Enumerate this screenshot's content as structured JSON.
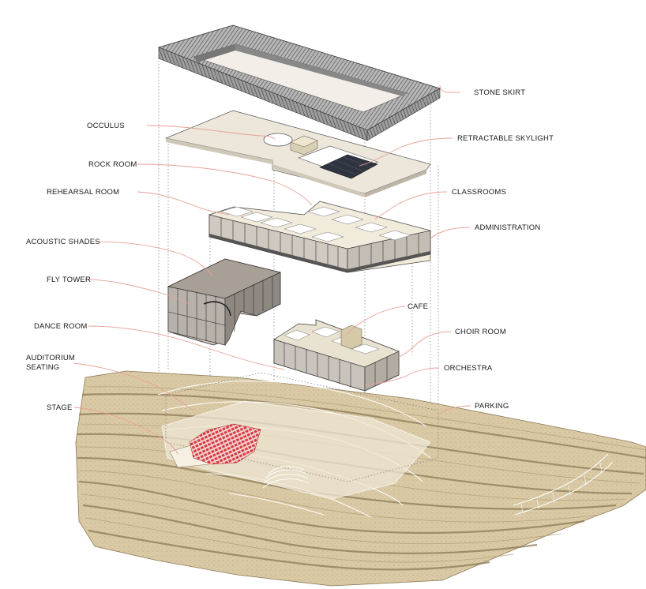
{
  "labels": {
    "stone_skirt": "STONE SKIRT",
    "occulus": "OCCULUS",
    "retractable_skylight": "RETRACTABLE SKYLIGHT",
    "rock_room": "ROCK ROOM",
    "rehearsal_room": "REHEARSAL ROOM",
    "classrooms": "CLASSROOMS",
    "administration": "ADMINISTRATION",
    "acoustic_shades": "ACOUSTIC SHADES",
    "fly_tower": "FLY TOWER",
    "cafe": "CAFE",
    "dance_room": "DANCE ROOM",
    "choir_room": "CHOIR ROOM",
    "auditorium_seating_line1": "AUDITORIUM",
    "auditorium_seating_line2": "SEATING",
    "orchestra": "ORCHESTRA",
    "stage": "STAGE",
    "parking": "PARKING"
  },
  "colors": {
    "leader_line": "#e8a295",
    "terrain": "#d8c8a4",
    "terrain_dark": "#a8916a",
    "seating": "#d8353a",
    "skirt": "#8a8a8a",
    "plate": "#ece7da",
    "glass": "#c9c3bc",
    "skylight": "#2e3440"
  }
}
